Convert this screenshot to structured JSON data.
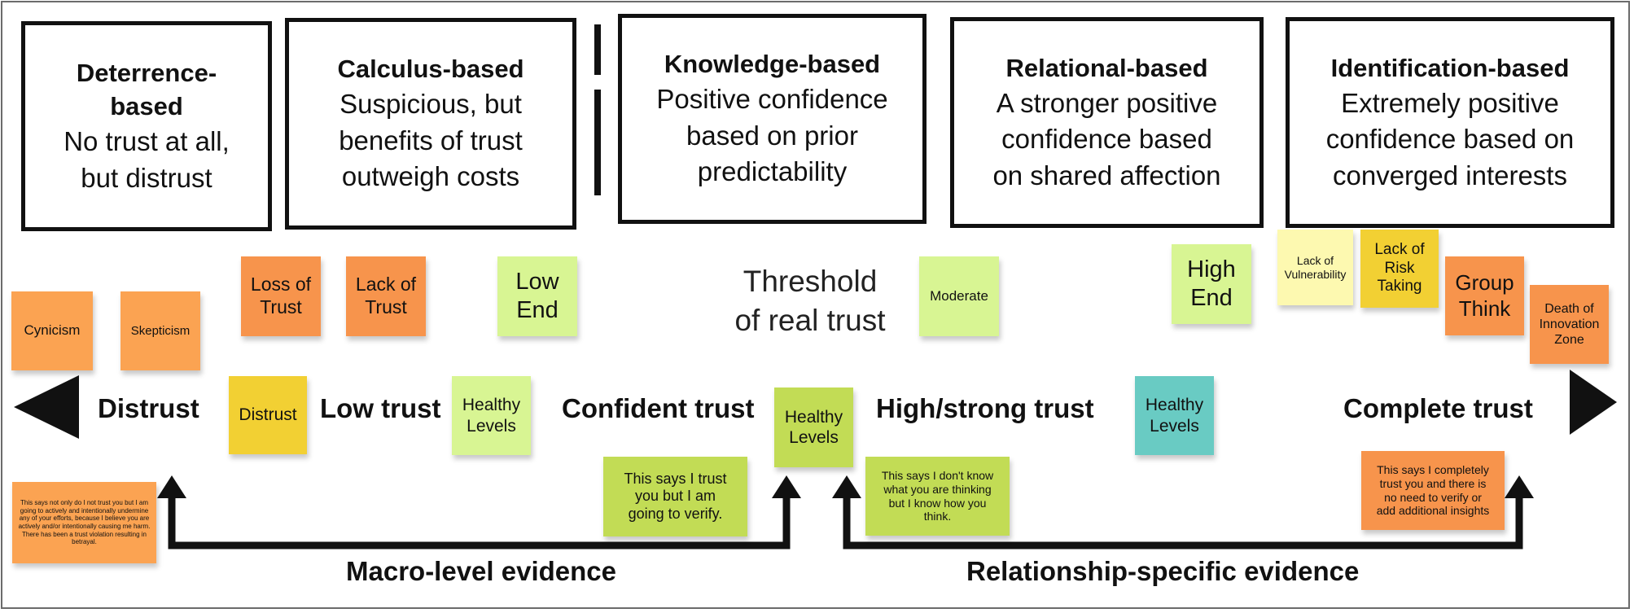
{
  "stages": [
    {
      "title": "Deterrence-\nbased",
      "desc": "No trust at all,\nbut distrust"
    },
    {
      "title": "Calculus-based",
      "desc": "Suspicious, but\nbenefits of trust\noutweigh costs"
    },
    {
      "title": "Knowledge-based",
      "desc": "Positive confidence\nbased on prior\npredictability"
    },
    {
      "title": "Relational-based",
      "desc": "A stronger positive\nconfidence based\non shared affection"
    },
    {
      "title": "Identification-based",
      "desc": "Extremely positive\nconfidence based on\nconverged interests"
    }
  ],
  "notes": {
    "cynicism": "Cynicism",
    "skepticism": "Skepticism",
    "loss_of_trust": "Loss of\nTrust",
    "lack_of_trust": "Lack of\nTrust",
    "low_end": "Low\nEnd",
    "moderate": "Moderate",
    "high_end": "High\nEnd",
    "lack_of_vulnerability": "Lack of\nVulnerability",
    "lack_of_risk_taking": "Lack of\nRisk\nTaking",
    "group_think": "Group\nThink",
    "death_of_innovation": "Death of\nInnovation\nZone",
    "distrust": "Distrust",
    "healthy_low": "Healthy\nLevels",
    "healthy_confident": "Healthy\nLevels",
    "healthy_high": "Healthy\nLevels",
    "verify": "This says I trust\nyou but I am\ngoing to verify.",
    "know_how": "This says I don't know\nwhat you are thinking\nbut I know how you\nthink.",
    "complete": "This says I completely\ntrust you and there is\nno need to verify or\nadd additional insights",
    "distrust_detail": "This says not only do I not trust you but I am going to actively and intentionally undermine any of your efforts, because I believe you are actively and/or intentionally causing me harm. There has been a trust violation resulting in betrayal."
  },
  "threshold": "Threshold\nof real trust",
  "scale_labels": {
    "distrust": "Distrust",
    "low_trust": "Low trust",
    "confident_trust": "Confident trust",
    "high_strong_trust": "High/strong trust",
    "complete_trust": "Complete trust"
  },
  "evidence": {
    "macro": "Macro-level evidence",
    "relationship": "Relationship-specific evidence"
  },
  "colors": {
    "orange": "#fba352",
    "lime": "#d8f593",
    "green": "#c2dc55",
    "gold": "#f2d033",
    "pale_yellow": "#fdf9b0",
    "teal": "#69cbc3"
  }
}
